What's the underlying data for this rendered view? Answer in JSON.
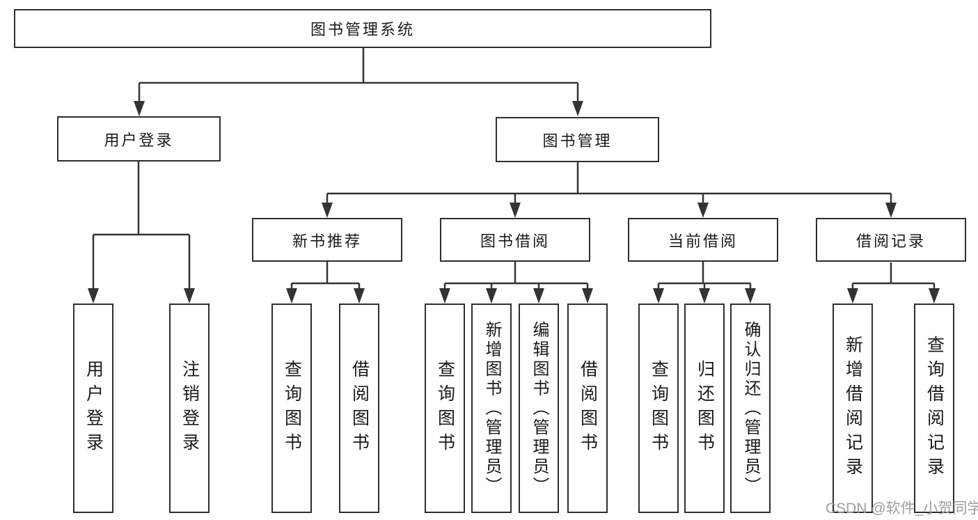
{
  "tree": {
    "label": "图书管理系统",
    "children": [
      {
        "label": "用户登录",
        "children": [
          {
            "label": "用户登录"
          },
          {
            "label": "注销登录"
          }
        ]
      },
      {
        "label": "图书管理",
        "children": [
          {
            "label": "新书推荐",
            "children": [
              {
                "label": "查询图书"
              },
              {
                "label": "借阅图书"
              }
            ]
          },
          {
            "label": "图书借阅",
            "children": [
              {
                "label": "查询图书"
              },
              {
                "label": "新增图书（管理员）"
              },
              {
                "label": "编辑图书（管理员）"
              },
              {
                "label": "借阅图书"
              }
            ]
          },
          {
            "label": "当前借阅",
            "children": [
              {
                "label": "查询图书"
              },
              {
                "label": "归还图书"
              },
              {
                "label": "确认归还（管理员）"
              }
            ]
          },
          {
            "label": "借阅记录",
            "children": [
              {
                "label": "新增借阅记录"
              },
              {
                "label": "查询借阅记录"
              }
            ]
          }
        ]
      }
    ]
  },
  "watermark": {
    "text": "CSDN @软件_小贺同学"
  },
  "colors": {
    "line": "#333333",
    "box_border": "#2e2e2e",
    "box_background": "#ffffff",
    "text": "#1a1a1a",
    "watermark": "#9e9e9e"
  }
}
